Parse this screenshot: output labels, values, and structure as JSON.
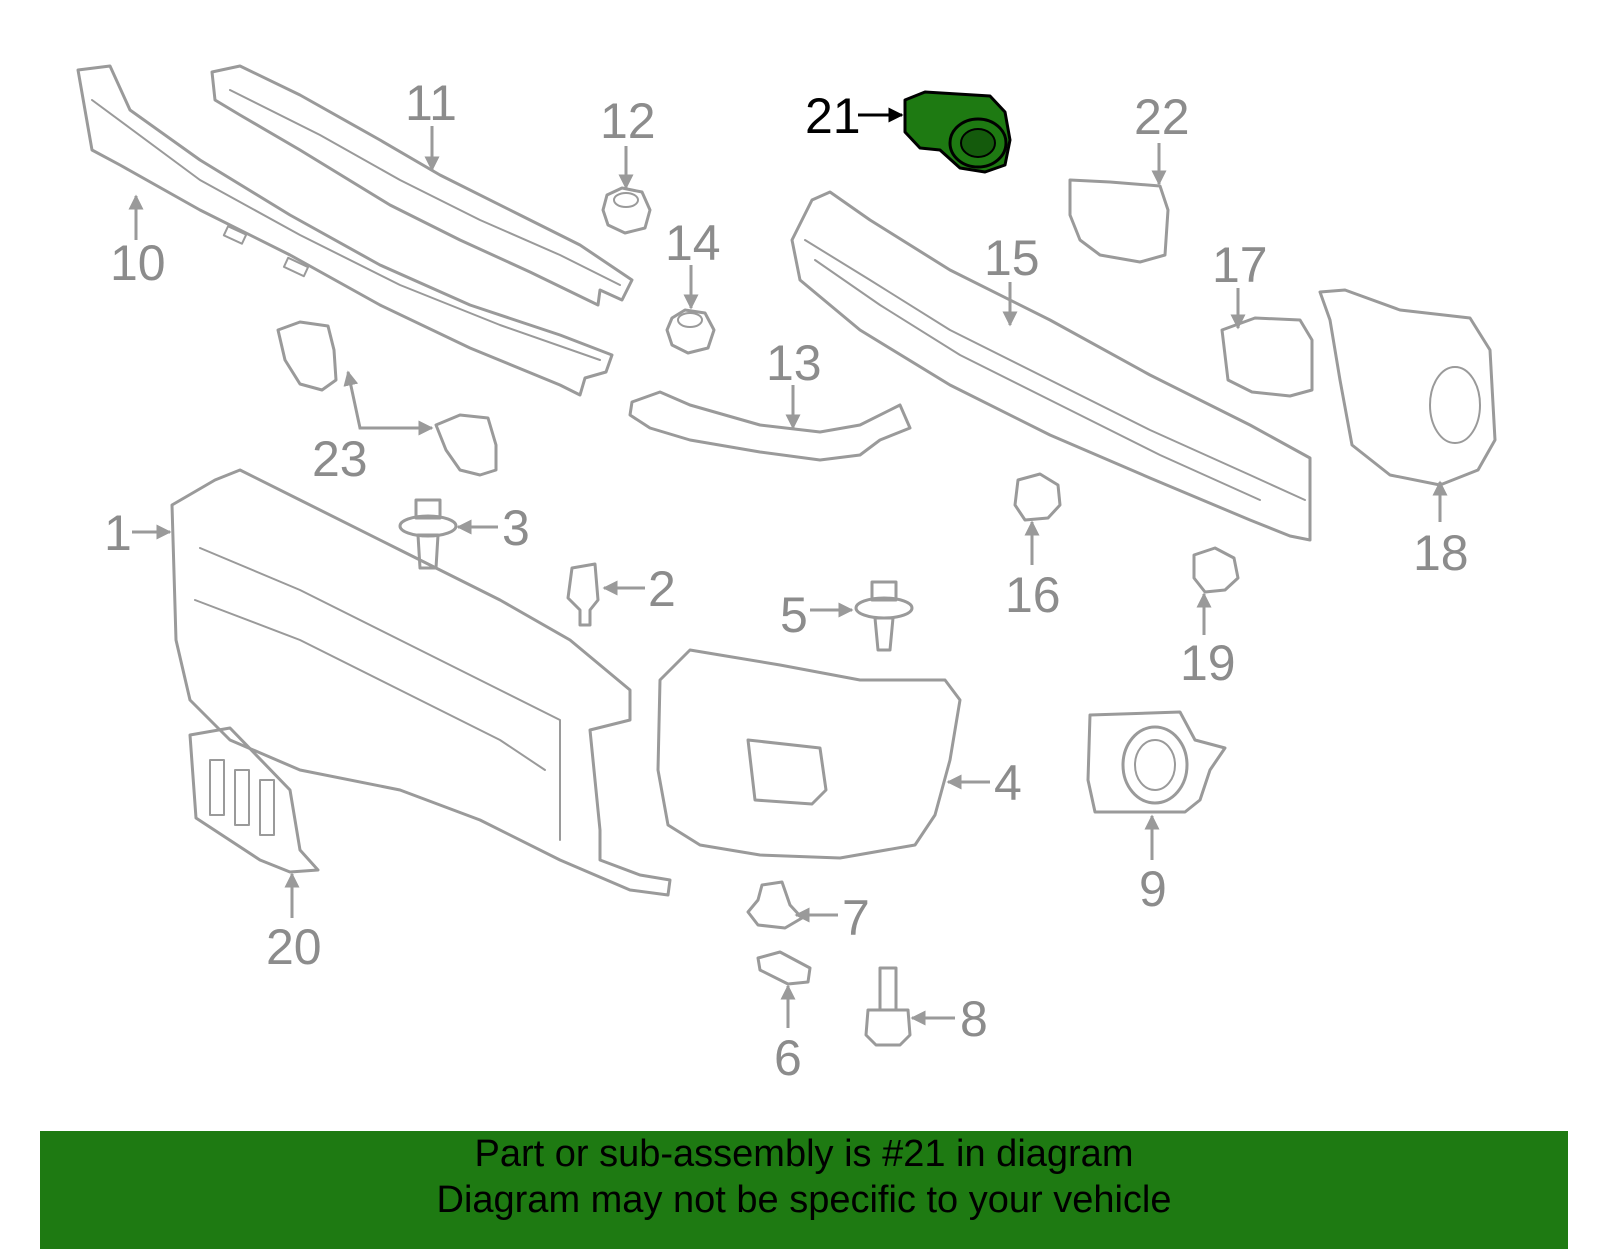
{
  "diagram": {
    "highlight_color": "#1e7a12",
    "callouts": {
      "c1": "1",
      "c2": "2",
      "c3": "3",
      "c4": "4",
      "c5": "5",
      "c6": "6",
      "c7": "7",
      "c8": "8",
      "c9": "9",
      "c10": "10",
      "c11": "11",
      "c12": "12",
      "c13": "13",
      "c14": "14",
      "c15": "15",
      "c16": "16",
      "c17": "17",
      "c18": "18",
      "c19": "19",
      "c20": "20",
      "c21": "21",
      "c22": "22",
      "c23": "23"
    },
    "highlighted_part": "21"
  },
  "banner": {
    "background": "#1e7a12",
    "line1": "Part or sub-assembly is #21 in diagram",
    "line2": "Diagram may not be specific to your vehicle"
  }
}
